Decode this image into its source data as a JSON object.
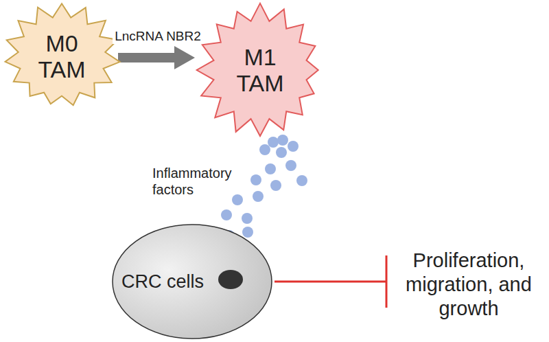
{
  "diagram": {
    "nodes": [
      {
        "text": [
          "M0 TAM"
        ]
      },
      {
        "text": [
          "M1 TAM"
        ]
      },
      {
        "text": [
          "CRC cells"
        ]
      }
    ],
    "edges": [
      {
        "from": 0,
        "to": 1,
        "label": "LncRNA NBR2",
        "arrow": "to"
      }
    ],
    "labels": [
      "Inflammatory factors",
      "Proliferation, migration, and growth"
    ]
  }
}
